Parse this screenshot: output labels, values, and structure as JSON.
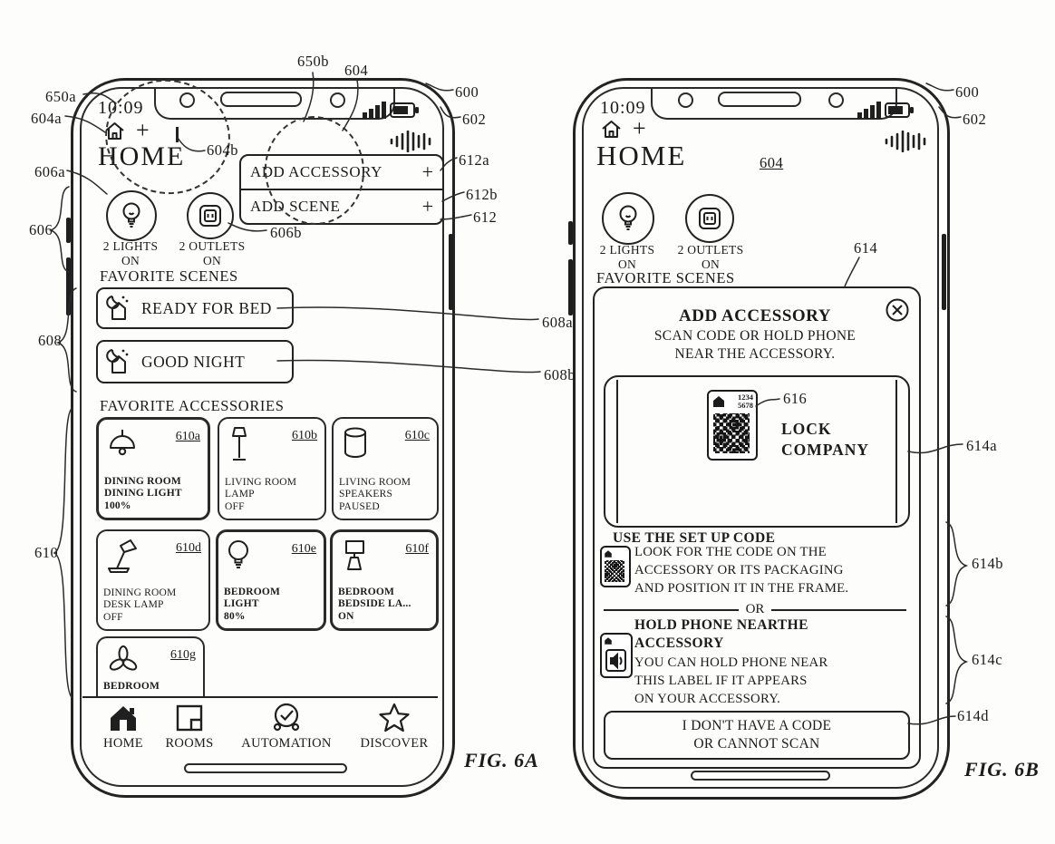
{
  "figA": {
    "label": "FIG. 6A",
    "time": "10:09",
    "plus": "+",
    "title": "HOME",
    "menu": {
      "row1": "ADD ACCESSORY",
      "row2": "ADD SCENE",
      "plus1": "+",
      "plus2": "+"
    },
    "summary": {
      "lights": "2 LIGHTS",
      "lights_state": "ON",
      "outlets": "2 OUTLETS",
      "outlets_state": "ON"
    },
    "scenes_heading": "FAVORITE SCENES",
    "scene1": "READY FOR BED",
    "scene2": "GOOD NIGHT",
    "acc_heading": "FAVORITE ACCESSORIES",
    "tiles": [
      {
        "ref": "610a",
        "l1": "DINING ROOM",
        "l2": "DINING LIGHT",
        "l3": "100%"
      },
      {
        "ref": "610b",
        "l1": "LIVING ROOM",
        "l2": "LAMP",
        "l3": "OFF"
      },
      {
        "ref": "610c",
        "l1": "LIVING ROOM",
        "l2": "SPEAKERS",
        "l3": "PAUSED"
      },
      {
        "ref": "610d",
        "l1": "DINING ROOM",
        "l2": "DESK LAMP",
        "l3": "OFF"
      },
      {
        "ref": "610e",
        "l1": "BEDROOM",
        "l2": "LIGHT",
        "l3": "80%"
      },
      {
        "ref": "610f",
        "l1": "BEDROOM",
        "l2": "BEDSIDE LA...",
        "l3": "ON"
      },
      {
        "ref": "610g",
        "l1": "BEDROOM"
      }
    ],
    "tabs": [
      "HOME",
      "ROOMS",
      "AUTOMATION",
      "DISCOVER"
    ]
  },
  "figB": {
    "label": "FIG. 6B",
    "time": "10:09",
    "plus": "+",
    "title": "HOME",
    "summary": {
      "lights": "2 LIGHTS",
      "lights_state": "ON",
      "outlets": "2 OUTLETS",
      "outlets_state": "ON"
    },
    "scenes_heading": "FAVORITE SCENES",
    "panel": {
      "title": "ADD ACCESSORY",
      "subtitle1": "SCAN CODE OR HOLD PHONE",
      "subtitle2": "NEAR THE ACCESSORY.",
      "sticker": {
        "num1": "1234",
        "num2": "5678"
      },
      "company1": "LOCK",
      "company2": "COMPANY",
      "sec1_title": "USE THE SET UP CODE",
      "sec1_l1": "LOOK FOR THE CODE ON THE",
      "sec1_l2": "ACCESSORY OR ITS PACKAGING",
      "sec1_l3": "AND POSITION IT IN THE FRAME.",
      "or": "OR",
      "sec2_title1": "HOLD PHONE NEARTHE",
      "sec2_title2": "ACCESSORY",
      "sec2_l1": "YOU CAN HOLD PHONE NEAR",
      "sec2_l2": "THIS LABEL IF IT APPEARS",
      "sec2_l3": "ON YOUR ACCESSORY.",
      "button1": "I DON'T HAVE A CODE",
      "button2": "OR CANNOT SCAN"
    }
  },
  "refs": {
    "600": "600",
    "602": "602",
    "604": "604",
    "604a": "604a",
    "604b": "604b",
    "606": "606",
    "606a": "606a",
    "606b": "606b",
    "608": "608",
    "608a": "608a",
    "608b": "608b",
    "610": "610",
    "612": "612",
    "612a": "612a",
    "612b": "612b",
    "614": "614",
    "614a": "614a",
    "614b": "614b",
    "614c": "614c",
    "614d": "614d",
    "616": "616",
    "650a": "650a",
    "650b": "650b"
  }
}
